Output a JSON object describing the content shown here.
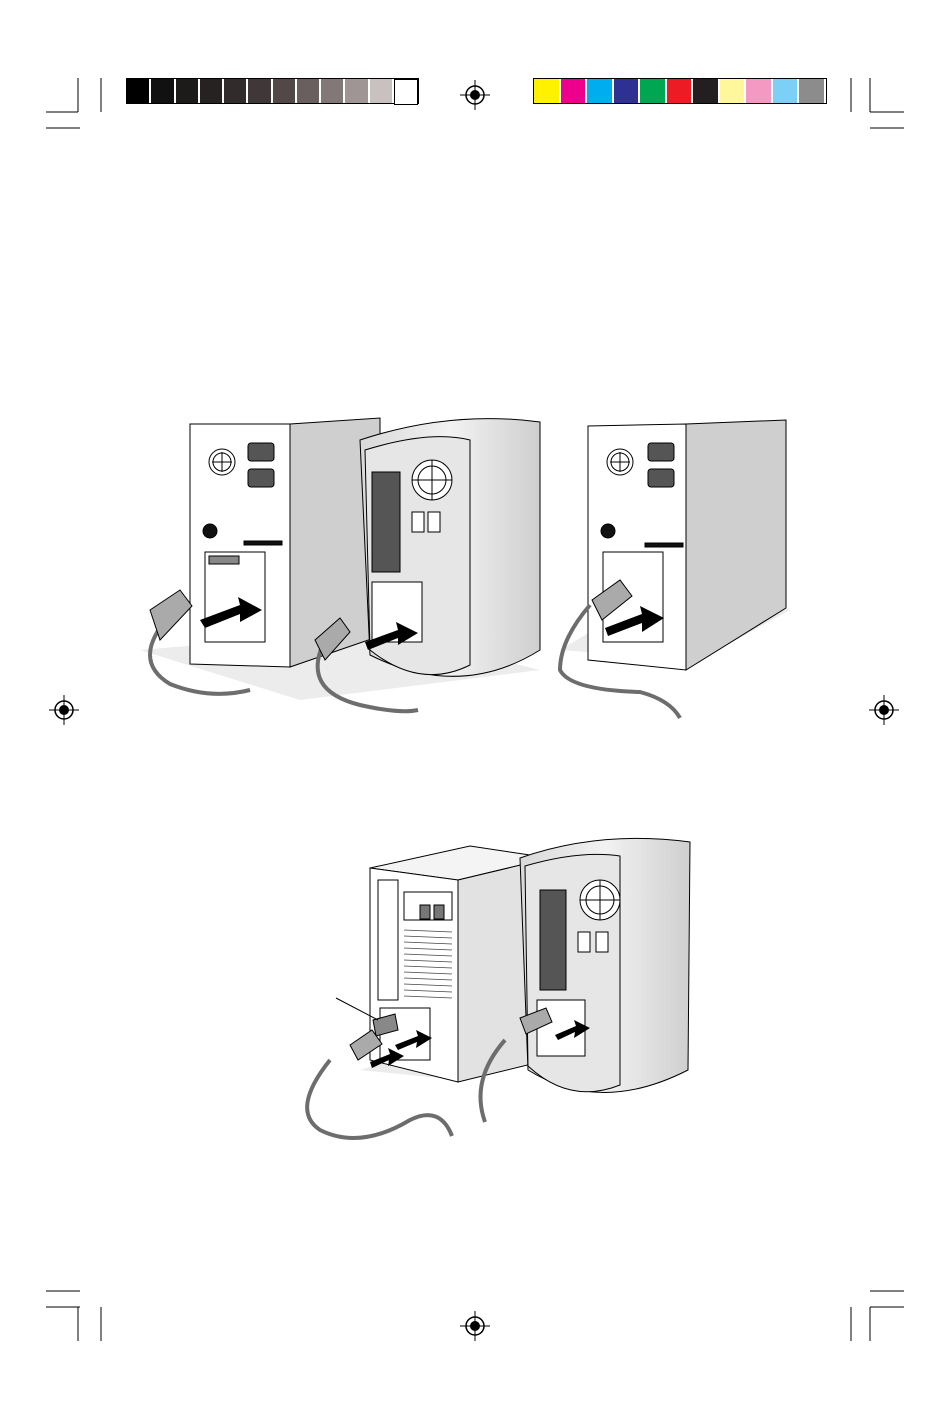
{
  "print_marks": {
    "grayscale_ramp": [
      "#000000",
      "#111111",
      "#1d1a1a",
      "#272222",
      "#322b2b",
      "#403838",
      "#524848",
      "#6a5f5f",
      "#837878",
      "#a09595",
      "#c9c0c0",
      "#ffffff"
    ],
    "color_bar": [
      "#fff200",
      "#ec008c",
      "#00aeef",
      "#2e3192",
      "#00a651",
      "#ed1c24",
      "#231f20",
      "#fff799",
      "#f49ac2",
      "#7dd0f5",
      "#8c8c8c"
    ]
  },
  "figures": [
    {
      "name": "figure-pc-tower-and-g4-vga-connection",
      "description_icon": "computer-cable-connection-illustration"
    },
    {
      "name": "figure-pc-tower-dvi-connection",
      "description_icon": "computer-cable-connection-illustration"
    },
    {
      "name": "figure-g3-and-g4-mac-connection",
      "description_icon": "computer-cable-connection-illustration"
    }
  ]
}
